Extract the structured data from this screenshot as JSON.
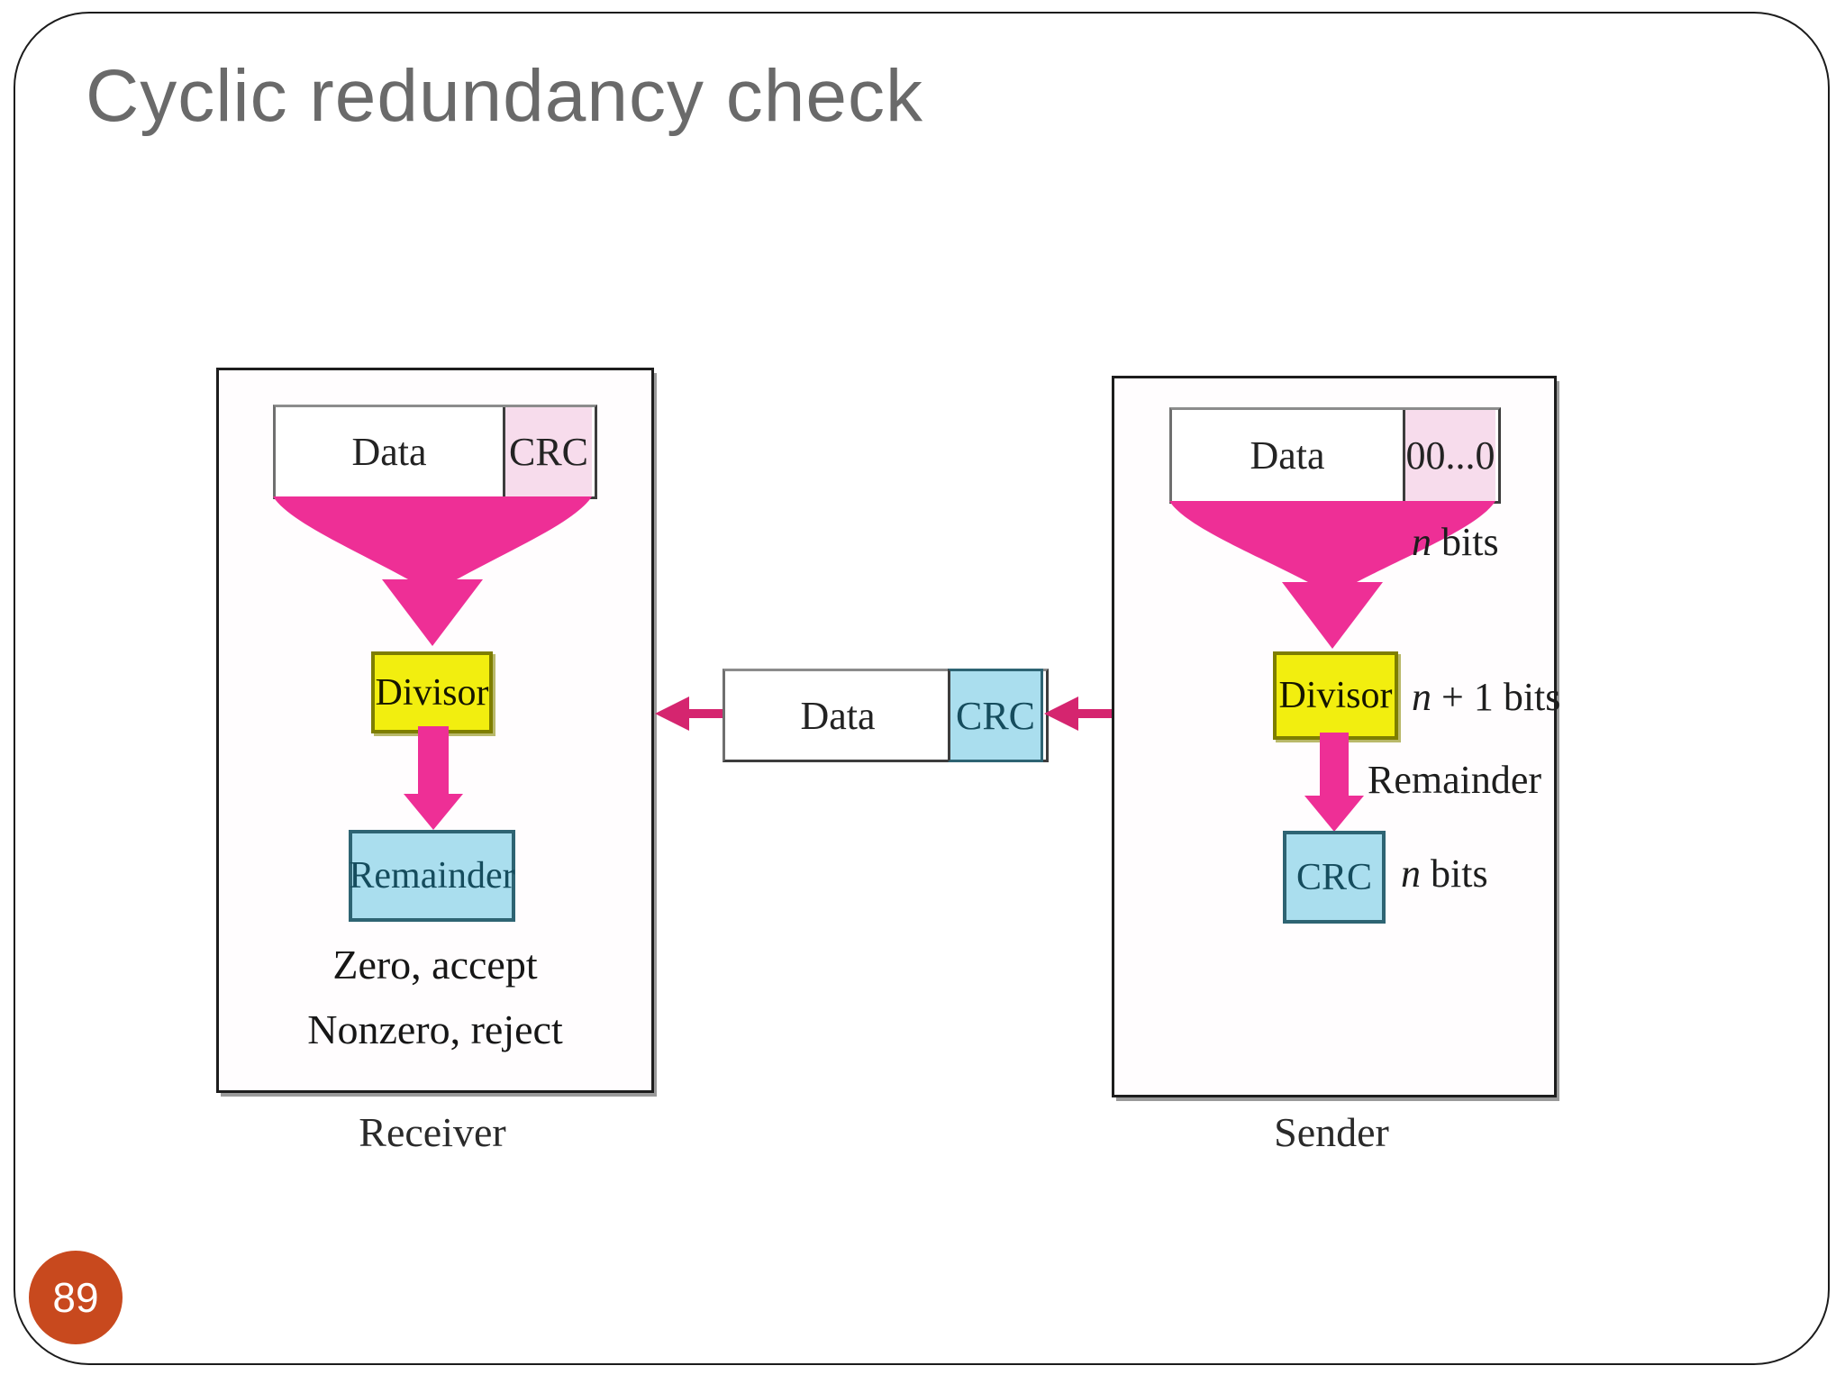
{
  "slide": {
    "title": "Cyclic redundancy check",
    "page_number": "89"
  },
  "colors": {
    "funnel_pink": "#ee2f96",
    "arrow_crimson": "#d5256f",
    "divisor_yellow": "#f2ee0f",
    "divisor_border": "#7e7e00",
    "lightblue_fill": "#aadeee",
    "teal_border": "#2e6473",
    "teal_text": "#154c5d",
    "palepink_fill": "#f7dcec",
    "title_gray": "#6a6a6a",
    "badge_orange": "#c8491e",
    "ink": "#1b1b1b"
  },
  "receiver": {
    "top_box": {
      "data_label": "Data",
      "crc_label": "CRC"
    },
    "divisor_label": "Divisor",
    "remainder_label": "Remainder",
    "zero_line": "Zero, accept",
    "nonzero_line": "Nonzero, reject",
    "caption": "Receiver"
  },
  "channel": {
    "data_label": "Data",
    "crc_label": "CRC"
  },
  "sender": {
    "top_box": {
      "data_label": "Data",
      "padding_label": "00...0"
    },
    "n_bits_top": {
      "var": "n",
      "rest": " bits"
    },
    "divisor_label": "Divisor",
    "n_plus_1_bits": {
      "var": "n",
      "rest": " + 1 bits"
    },
    "remainder_label": "Remainder",
    "crc_label": "CRC",
    "n_bits_bottom": {
      "var": "n",
      "rest": " bits"
    },
    "caption": "Sender"
  }
}
